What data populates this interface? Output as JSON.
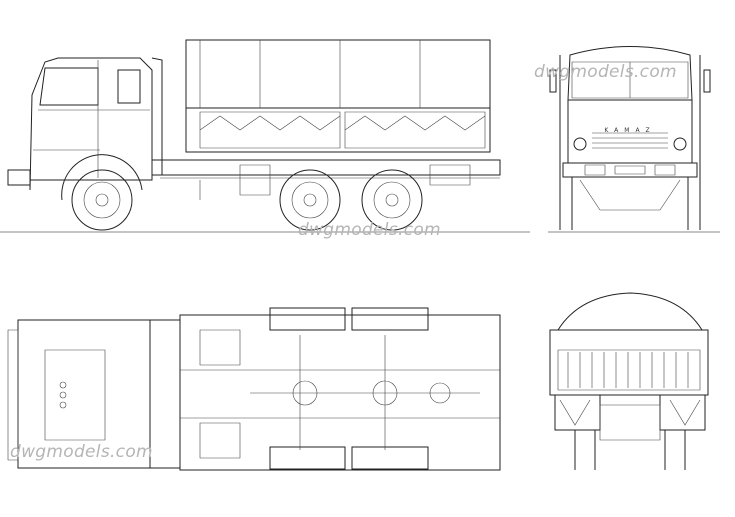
{
  "watermark": "dwgmodels.com",
  "watermarks": [
    "dwgmodels.com",
    "dwgmodels.com",
    "dwgmodels.com"
  ],
  "views": [
    "side-view",
    "front-view",
    "top-view",
    "rear-view"
  ],
  "grille_lettering": "KAMAZ"
}
